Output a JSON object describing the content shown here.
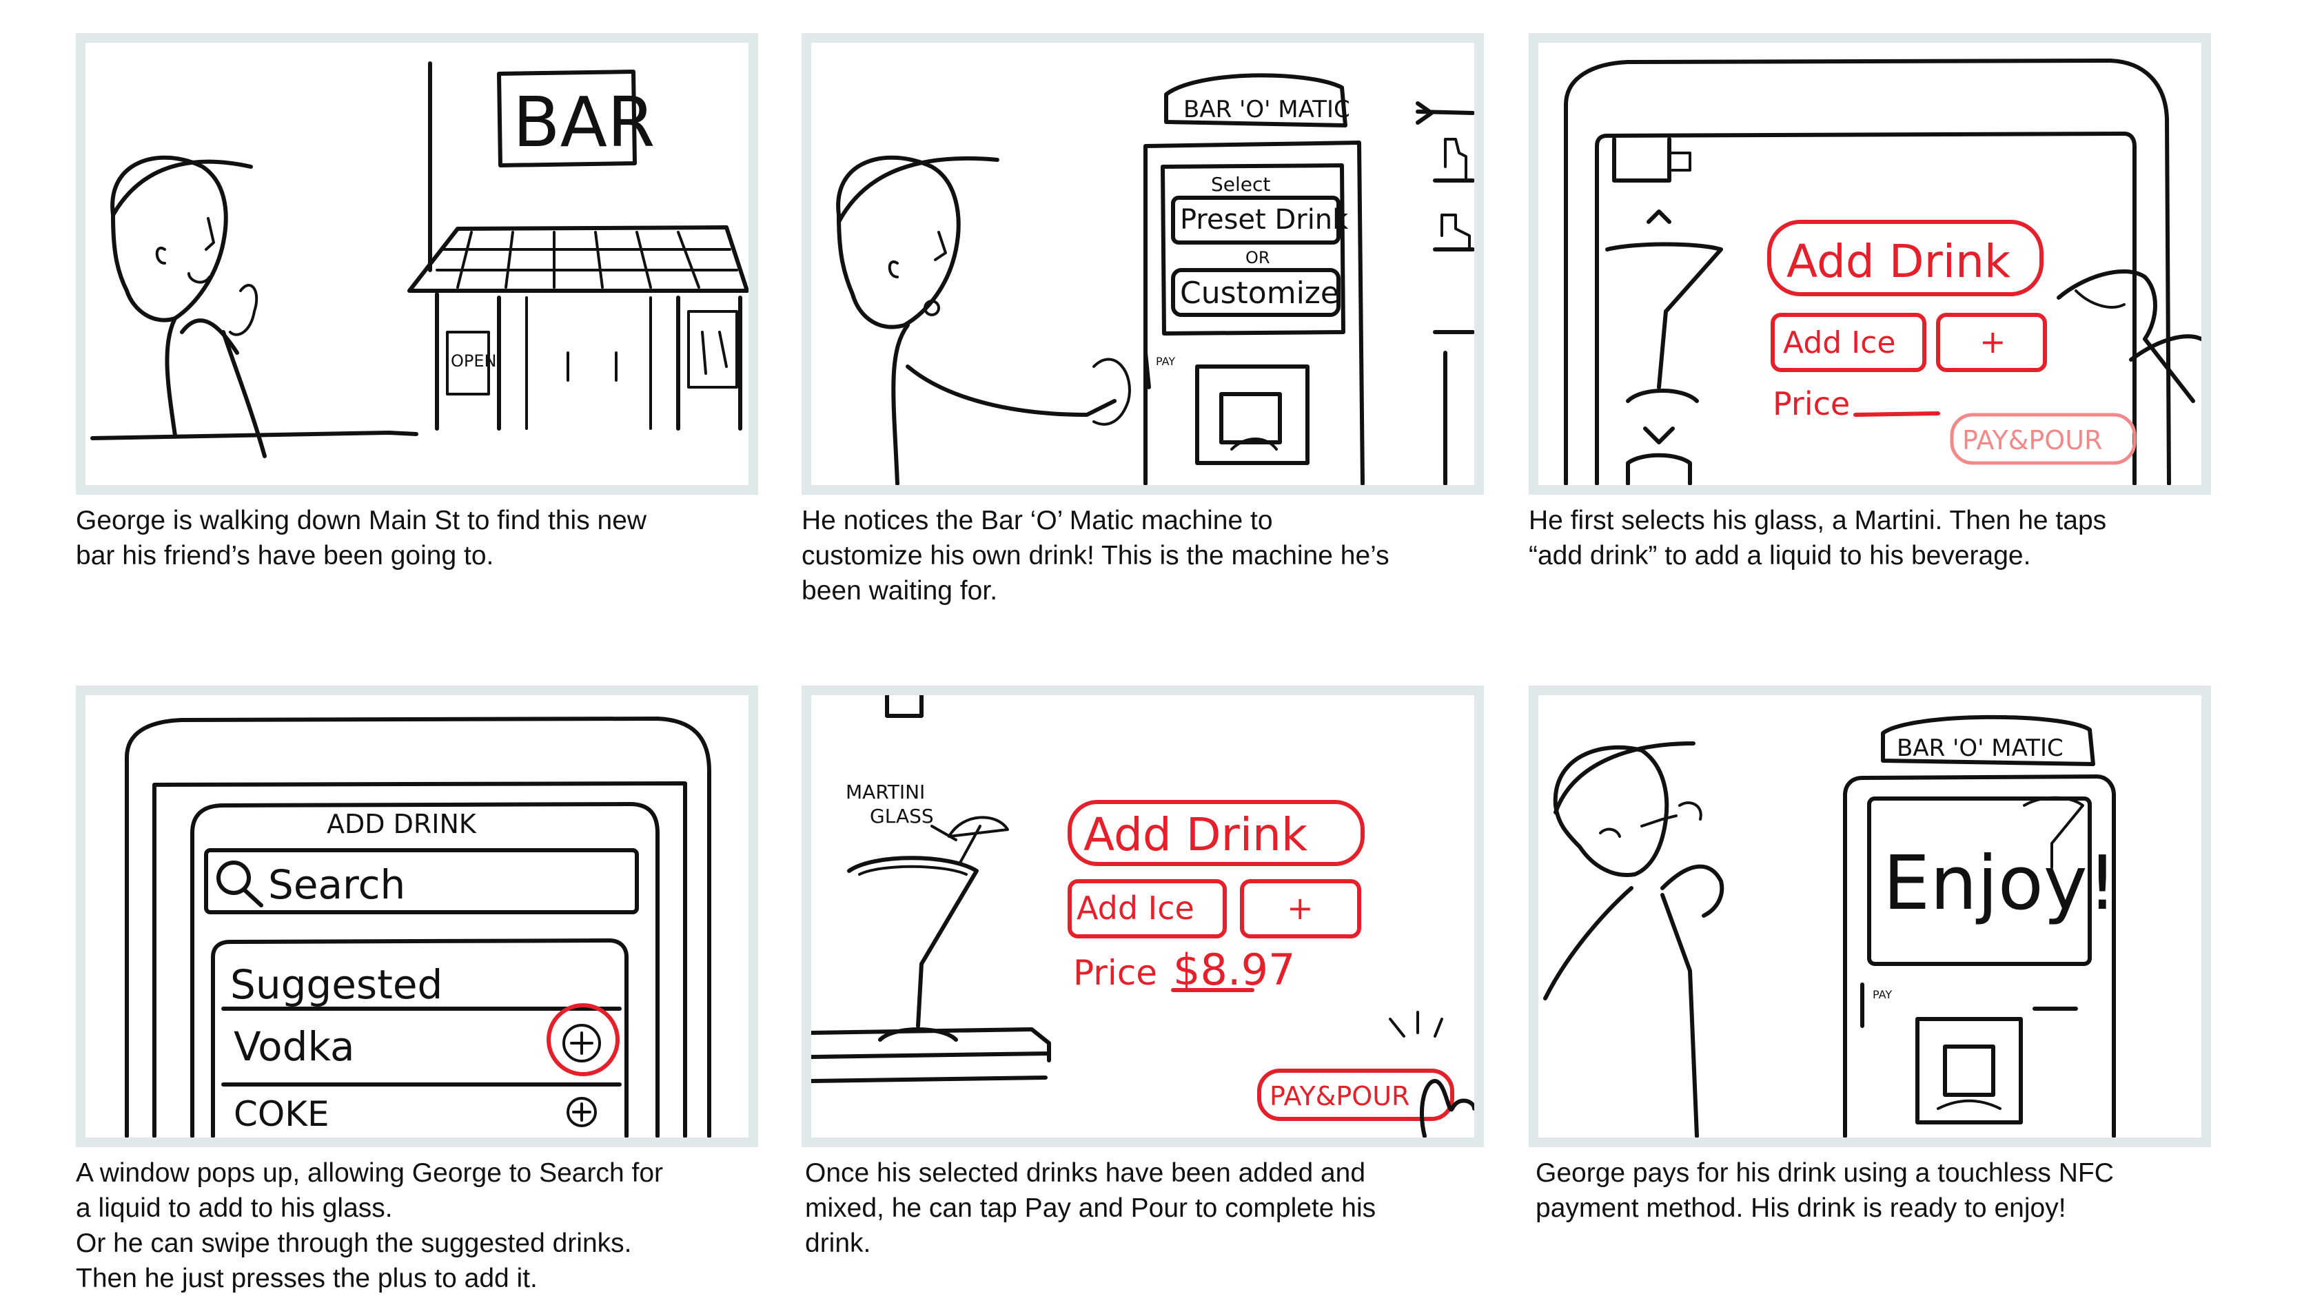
{
  "panels": [
    {
      "id": 1,
      "sign": "BAR",
      "door_sign": "OPEN",
      "caption": [
        "George is walking down Main St to find this new",
        "bar his friend’s have been going to."
      ]
    },
    {
      "id": 2,
      "machine_name": "BAR 'O' MATIC",
      "select_label": "Select",
      "preset_label": "Preset Drink",
      "or_label": "OR",
      "customize_label": "Customize",
      "pay_label": "PAY",
      "caption": [
        "He notices the Bar ‘O’ Matic machine to",
        "customize his own drink! This is the machine he’s",
        "been waiting for."
      ]
    },
    {
      "id": 3,
      "add_drink": "Add Drink",
      "add_ice": "Add Ice",
      "plus": "+",
      "price_label": "Price",
      "pay_pour": "PAY&POUR",
      "caption": [
        "He first selects his glass, a Martini. Then he taps",
        "“add drink” to add a liquid to his beverage."
      ]
    },
    {
      "id": 4,
      "window_title": "ADD DRINK",
      "search_placeholder": "Search",
      "suggested_label": "Suggested",
      "items": [
        "Vodka",
        "COKE"
      ],
      "caption": [
        "A window pops up, allowing George to Search for",
        "a liquid to add to his glass.",
        "Or he can swipe through the suggested drinks.",
        "Then he just presses the plus to add it."
      ]
    },
    {
      "id": 5,
      "glass_label_1": "MARTINI",
      "glass_label_2": "GLASS",
      "add_drink": "Add Drink",
      "add_ice": "Add Ice",
      "plus": "+",
      "price_label": "Price",
      "price_value": "$8.97",
      "pay_pour": "PAY&POUR",
      "caption": [
        "Once his selected drinks have been added and",
        "mixed, he can tap Pay and Pour to complete his",
        "drink."
      ]
    },
    {
      "id": 6,
      "machine_name": "BAR 'O' MATIC",
      "screen_text": "Enjoy!",
      "pay_label": "PAY",
      "caption": [
        "George pays for his drink using a touchless NFC",
        "payment method. His drink is ready to enjoy!"
      ]
    }
  ],
  "colors": {
    "frame": "#dfe9e9",
    "ink": "#111111",
    "accent": "#e5202a",
    "accent_light": "#f08a8a"
  }
}
